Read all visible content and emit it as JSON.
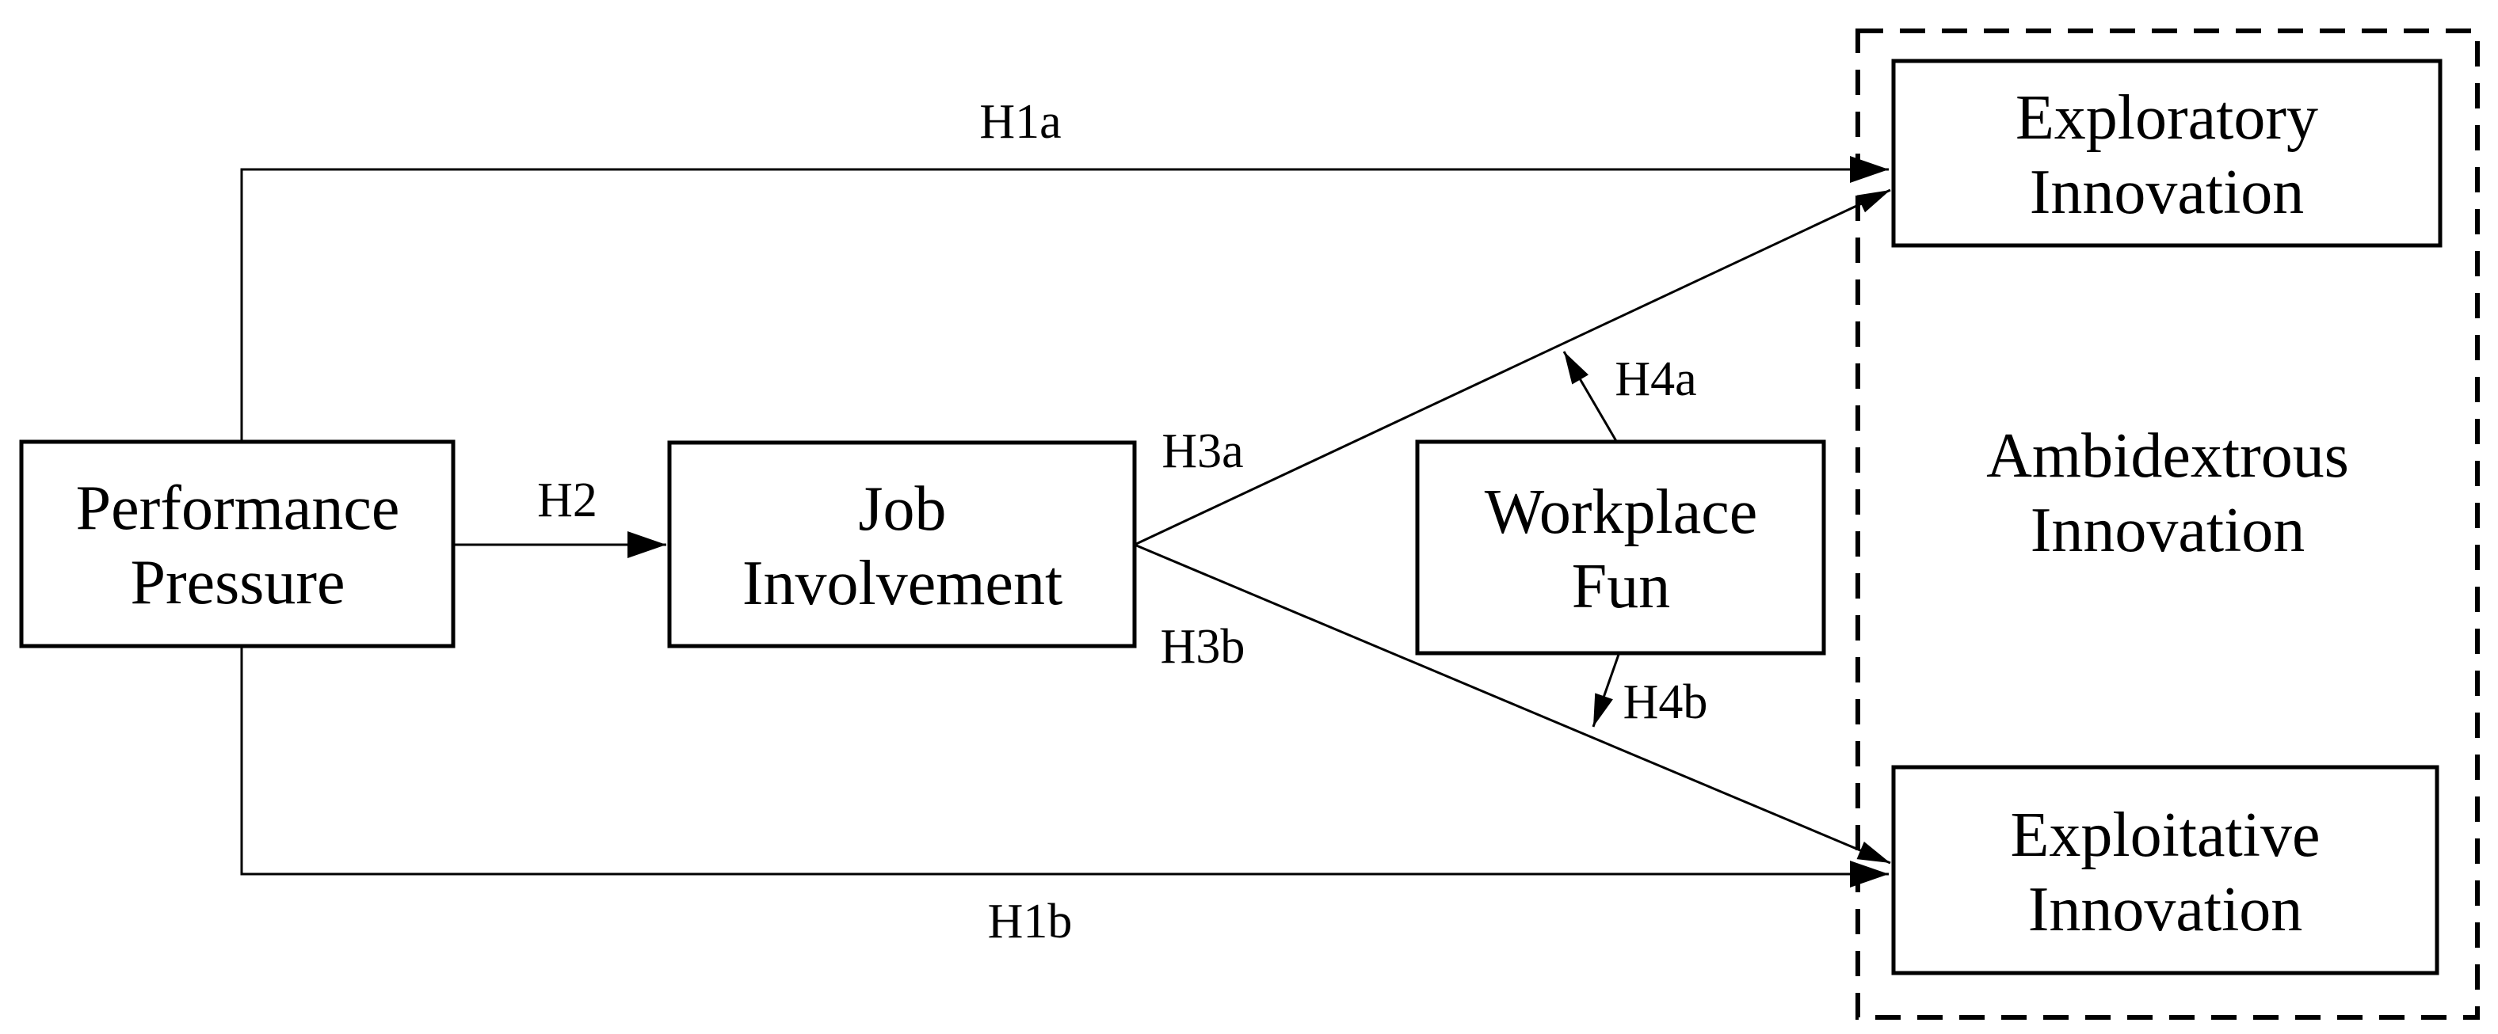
{
  "diagram": {
    "boxes": {
      "performance_pressure": {
        "line1": "Performance",
        "line2": "Pressure"
      },
      "job_involvement": {
        "line1": "Job",
        "line2": "Involvement"
      },
      "workplace_fun": {
        "line1": "Workplace",
        "line2": "Fun"
      },
      "exploratory_innovation": {
        "line1": "Exploratory",
        "line2": "Innovation"
      },
      "ambidextrous_innovation": {
        "line1": "Ambidextrous",
        "line2": "Innovation"
      },
      "exploitative_innovation": {
        "line1": "Exploitative",
        "line2": "Innovation"
      }
    },
    "edge_labels": {
      "h1a": "H1a",
      "h1b": "H1b",
      "h2": "H2",
      "h3a": "H3a",
      "h3b": "H3b",
      "h4a": "H4a",
      "h4b": "H4b"
    },
    "colors": {
      "stroke": "#000000",
      "background": "#ffffff"
    }
  }
}
